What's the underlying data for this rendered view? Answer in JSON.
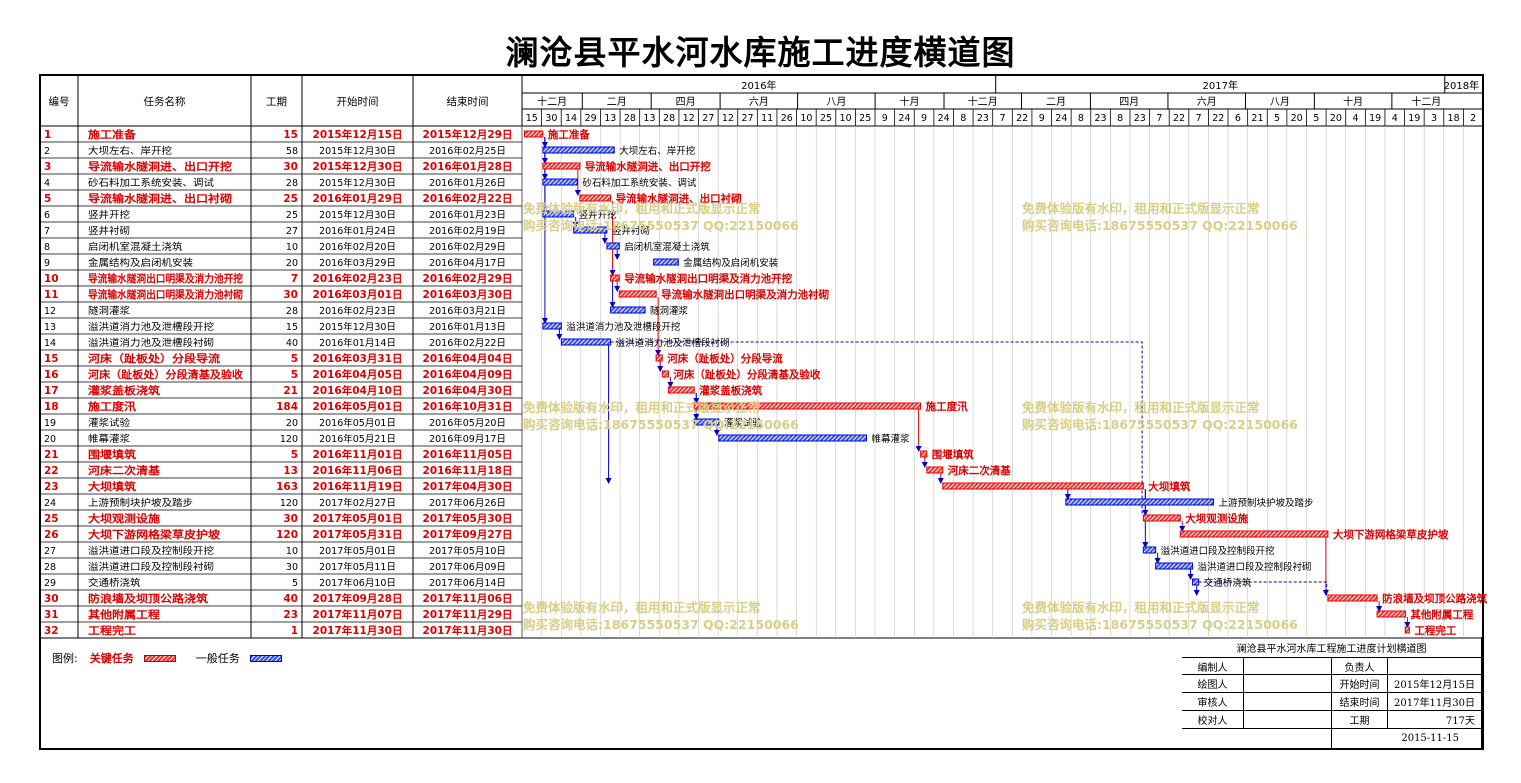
{
  "title": "澜沧县平水河水库施工进度横道图",
  "columns": {
    "id": "编号",
    "name": "任务名称",
    "dur": "工期",
    "start": "开始时间",
    "end": "结束时间"
  },
  "colors": {
    "critical": "#e00000",
    "normal": "#0000cc",
    "watermark": "#d8cf86"
  },
  "timescale": {
    "years": [
      {
        "label": "2016年",
        "start": "2015-10-25",
        "end": "2017-01-01"
      },
      {
        "label": "2017年",
        "start": "2017-01-01",
        "end": "2018-01-01"
      },
      {
        "label": "2018年",
        "start": "2018-01-01",
        "end": "2018-01-30"
      }
    ],
    "months": [
      {
        "label": "十二月",
        "start": "2015-12-13",
        "end": "2016-01-31"
      },
      {
        "label": "二月",
        "start": "2016-01-31",
        "end": "2016-03-27"
      },
      {
        "label": "四月",
        "start": "2016-03-27",
        "end": "2016-05-22"
      },
      {
        "label": "六月",
        "start": "2016-05-22",
        "end": "2016-07-24"
      },
      {
        "label": "八月",
        "start": "2016-07-24",
        "end": "2016-09-25"
      },
      {
        "label": "十月",
        "start": "2016-09-25",
        "end": "2016-11-20"
      },
      {
        "label": "十二月",
        "start": "2016-11-20",
        "end": "2017-01-22"
      },
      {
        "label": "二月",
        "start": "2017-01-22",
        "end": "2017-03-19"
      },
      {
        "label": "四月",
        "start": "2017-03-19",
        "end": "2017-05-21"
      },
      {
        "label": "六月",
        "start": "2017-05-21",
        "end": "2017-07-23"
      },
      {
        "label": "八月",
        "start": "2017-07-23",
        "end": "2017-09-17"
      },
      {
        "label": "十月",
        "start": "2017-09-17",
        "end": "2017-11-19"
      },
      {
        "label": "十二月",
        "start": "2017-11-19",
        "end": "2018-01-14"
      }
    ],
    "axis_start": "2015-12-13",
    "axis_end": "2018-01-28",
    "day_ticks": [
      "15",
      "30",
      "14",
      "29",
      "13",
      "28",
      "13",
      "28",
      "12",
      "27",
      "12",
      "27",
      "11",
      "26",
      "10",
      "25",
      "10",
      "25",
      "9",
      "24",
      "9",
      "24",
      "8",
      "23",
      "7",
      "22",
      "9",
      "24",
      "8",
      "23",
      "8",
      "23",
      "7",
      "22",
      "7",
      "22",
      "6",
      "21",
      "5",
      "20",
      "5",
      "20",
      "4",
      "19",
      "4",
      "19",
      "3",
      "18",
      "2"
    ]
  },
  "chart_data": {
    "type": "gantt",
    "title": "澜沧县平水河水库施工进度横道图",
    "time_axis": [
      "2015-12-13",
      "2018-01-28"
    ],
    "legend": {
      "label": "图例:",
      "critical": "关键任务",
      "normal": "一般任务"
    },
    "tasks": [
      {
        "id": "1",
        "name": "施工准备",
        "dur": "15",
        "start": "2015年12月15日",
        "end": "2015年12月29日",
        "start_iso": "2015-12-15",
        "end_iso": "2015-12-29",
        "critical": true,
        "label": "施工准备"
      },
      {
        "id": "2",
        "name": "大坝左右、岸开挖",
        "dur": "58",
        "start": "2015年12月30日",
        "end": "2016年02月25日",
        "start_iso": "2015-12-30",
        "end_iso": "2016-02-25",
        "critical": false,
        "label": "大坝左右、岸开挖"
      },
      {
        "id": "3",
        "name": "导流输水隧洞进、出口开挖",
        "dur": "30",
        "start": "2015年12月30日",
        "end": "2016年01月28日",
        "start_iso": "2015-12-30",
        "end_iso": "2016-01-28",
        "critical": true,
        "label": "导流输水隧洞进、出口开挖"
      },
      {
        "id": "4",
        "name": "砂石料加工系统安装、调试",
        "dur": "28",
        "start": "2015年12月30日",
        "end": "2016年01月26日",
        "start_iso": "2015-12-30",
        "end_iso": "2016-01-26",
        "critical": false,
        "label": "砂石料加工系统安装、调试"
      },
      {
        "id": "5",
        "name": "导流输水隧洞进、出口衬砌",
        "dur": "25",
        "start": "2016年01月29日",
        "end": "2016年02月22日",
        "start_iso": "2016-01-29",
        "end_iso": "2016-02-22",
        "critical": true,
        "label": "导流输水隧洞进、出口衬砌"
      },
      {
        "id": "6",
        "name": "竖井开挖",
        "dur": "25",
        "start": "2015年12月30日",
        "end": "2016年01月23日",
        "start_iso": "2015-12-30",
        "end_iso": "2016-01-23",
        "critical": false,
        "label": "竖井开挖"
      },
      {
        "id": "7",
        "name": "竖井衬砌",
        "dur": "27",
        "start": "2016年01月24日",
        "end": "2016年02月19日",
        "start_iso": "2016-01-24",
        "end_iso": "2016-02-19",
        "critical": false,
        "label": "竖井衬砌"
      },
      {
        "id": "8",
        "name": "启闭机室混凝土浇筑",
        "dur": "10",
        "start": "2016年02月20日",
        "end": "2016年02月29日",
        "start_iso": "2016-02-20",
        "end_iso": "2016-02-29",
        "critical": false,
        "label": "启闭机室混凝土浇筑"
      },
      {
        "id": "9",
        "name": "金属结构及启闭机安装",
        "dur": "20",
        "start": "2016年03月29日",
        "end": "2016年04月17日",
        "start_iso": "2016-03-29",
        "end_iso": "2016-04-17",
        "critical": false,
        "label": "金属结构及启闭机安装"
      },
      {
        "id": "10",
        "name": "导流输水隧洞出口明渠及消力池开挖",
        "dur": "7",
        "start": "2016年02月23日",
        "end": "2016年02月29日",
        "start_iso": "2016-02-23",
        "end_iso": "2016-02-29",
        "critical": true,
        "label": "导流输水隧洞出口明渠及消力池开挖"
      },
      {
        "id": "11",
        "name": "导流输水隧洞出口明渠及消力池衬砌",
        "dur": "30",
        "start": "2016年03月01日",
        "end": "2016年03月30日",
        "start_iso": "2016-03-01",
        "end_iso": "2016-03-30",
        "critical": true,
        "label": "导流输水隧洞出口明渠及消力池衬砌"
      },
      {
        "id": "12",
        "name": "隧洞灌浆",
        "dur": "28",
        "start": "2016年02月23日",
        "end": "2016年03月21日",
        "start_iso": "2016-02-23",
        "end_iso": "2016-03-21",
        "critical": false,
        "label": "隧洞灌浆"
      },
      {
        "id": "13",
        "name": "溢洪道消力池及泄槽段开挖",
        "dur": "15",
        "start": "2015年12月30日",
        "end": "2016年01月13日",
        "start_iso": "2015-12-30",
        "end_iso": "2016-01-13",
        "critical": false,
        "label": "溢洪道消力池及泄槽段开挖"
      },
      {
        "id": "14",
        "name": "溢洪道消力池及泄槽段衬砌",
        "dur": "40",
        "start": "2016年01月14日",
        "end": "2016年02月22日",
        "start_iso": "2016-01-14",
        "end_iso": "2016-02-22",
        "critical": false,
        "label": "溢洪道消力池及泄槽段衬砌"
      },
      {
        "id": "15",
        "name": "河床（趾板处）分段导流",
        "dur": "5",
        "start": "2016年03月31日",
        "end": "2016年04月04日",
        "start_iso": "2016-03-31",
        "end_iso": "2016-04-04",
        "critical": true,
        "label": "河床（趾板处）分段导流"
      },
      {
        "id": "16",
        "name": "河床（趾板处）分段清基及验收",
        "dur": "5",
        "start": "2016年04月05日",
        "end": "2016年04月09日",
        "start_iso": "2016-04-05",
        "end_iso": "2016-04-09",
        "critical": true,
        "label": "河床（趾板处）分段清基及验收"
      },
      {
        "id": "17",
        "name": "灌浆盖板浇筑",
        "dur": "21",
        "start": "2016年04月10日",
        "end": "2016年04月30日",
        "start_iso": "2016-04-10",
        "end_iso": "2016-04-30",
        "critical": true,
        "label": "灌浆盖板浇筑"
      },
      {
        "id": "18",
        "name": "施工度汛",
        "dur": "184",
        "start": "2016年05月01日",
        "end": "2016年10月31日",
        "start_iso": "2016-05-01",
        "end_iso": "2016-10-31",
        "critical": true,
        "label": "施工度汛"
      },
      {
        "id": "19",
        "name": "灌浆试验",
        "dur": "20",
        "start": "2016年05月01日",
        "end": "2016年05月20日",
        "start_iso": "2016-05-01",
        "end_iso": "2016-05-20",
        "critical": false,
        "label": "灌浆试验"
      },
      {
        "id": "20",
        "name": "帷幕灌浆",
        "dur": "120",
        "start": "2016年05月21日",
        "end": "2016年09月17日",
        "start_iso": "2016-05-21",
        "end_iso": "2016-09-17",
        "critical": false,
        "label": "帷幕灌浆"
      },
      {
        "id": "21",
        "name": "围堰填筑",
        "dur": "5",
        "start": "2016年11月01日",
        "end": "2016年11月05日",
        "start_iso": "2016-11-01",
        "end_iso": "2016-11-05",
        "critical": true,
        "label": "围堰填筑"
      },
      {
        "id": "22",
        "name": "河床二次清基",
        "dur": "13",
        "start": "2016年11月06日",
        "end": "2016年11月18日",
        "start_iso": "2016-11-06",
        "end_iso": "2016-11-18",
        "critical": true,
        "label": "河床二次清基"
      },
      {
        "id": "23",
        "name": "大坝填筑",
        "dur": "163",
        "start": "2016年11月19日",
        "end": "2017年04月30日",
        "start_iso": "2016-11-19",
        "end_iso": "2017-04-30",
        "critical": true,
        "label": "大坝填筑"
      },
      {
        "id": "24",
        "name": "上游预制块护坡及踏步",
        "dur": "120",
        "start": "2017年02月27日",
        "end": "2017年06月26日",
        "start_iso": "2017-02-27",
        "end_iso": "2017-06-26",
        "critical": false,
        "label": "上游预制块护坡及踏步"
      },
      {
        "id": "25",
        "name": "大坝观测设施",
        "dur": "30",
        "start": "2017年05月01日",
        "end": "2017年05月30日",
        "start_iso": "2017-05-01",
        "end_iso": "2017-05-30",
        "critical": true,
        "label": "大坝观测设施"
      },
      {
        "id": "26",
        "name": "大坝下游网格梁草皮护坡",
        "dur": "120",
        "start": "2017年05月31日",
        "end": "2017年09月27日",
        "start_iso": "2017-05-31",
        "end_iso": "2017-09-27",
        "critical": true,
        "label": "大坝下游网格梁草皮护坡"
      },
      {
        "id": "27",
        "name": "溢洪道进口段及控制段开挖",
        "dur": "10",
        "start": "2017年05月01日",
        "end": "2017年05月10日",
        "start_iso": "2017-05-01",
        "end_iso": "2017-05-10",
        "critical": false,
        "label": "溢洪道进口段及控制段开挖"
      },
      {
        "id": "28",
        "name": "溢洪道进口段及控制段衬砌",
        "dur": "30",
        "start": "2017年05月11日",
        "end": "2017年06月09日",
        "start_iso": "2017-05-11",
        "end_iso": "2017-06-09",
        "critical": false,
        "label": "溢洪道进口段及控制段衬砌"
      },
      {
        "id": "29",
        "name": "交通桥浇筑",
        "dur": "5",
        "start": "2017年06月10日",
        "end": "2017年06月14日",
        "start_iso": "2017-06-10",
        "end_iso": "2017-06-14",
        "critical": false,
        "label": "交通桥浇筑"
      },
      {
        "id": "30",
        "name": "防浪墙及坝顶公路浇筑",
        "dur": "40",
        "start": "2017年09月28日",
        "end": "2017年11月06日",
        "start_iso": "2017-09-28",
        "end_iso": "2017-11-06",
        "critical": true,
        "label": "防浪墙及坝顶公路浇筑"
      },
      {
        "id": "31",
        "name": "其他附属工程",
        "dur": "23",
        "start": "2017年11月07日",
        "end": "2017年11月29日",
        "start_iso": "2017-11-07",
        "end_iso": "2017-11-29",
        "critical": true,
        "label": "其他附属工程"
      },
      {
        "id": "32",
        "name": "工程完工",
        "dur": "1",
        "start": "2017年11月30日",
        "end": "2017年11月30日",
        "start_iso": "2017-11-30",
        "end_iso": "2017-11-30",
        "critical": true,
        "label": "工程完工"
      }
    ]
  },
  "watermark": {
    "line1": "免费体验版有水印，租用和正式版显示正常",
    "line2": "购买咨询电话:18675550537 QQ:22150066"
  },
  "legend": {
    "label": "图例:",
    "critical": "关键任务",
    "normal": "一般任务"
  },
  "footer": {
    "title": "澜沧县平水河水库工程施工进度计划横道图",
    "editor_label": "编制人",
    "owner_label": "负责人",
    "drafter_label": "绘图人",
    "start_label": "开始时间",
    "start_value": "2015年12月15日",
    "reviewer_label": "审核人",
    "end_label": "结束时间",
    "end_value": "2017年11月30日",
    "checker_label": "校对人",
    "duration_label": "工期",
    "duration_value": "717天",
    "date": "2015-11-15"
  }
}
